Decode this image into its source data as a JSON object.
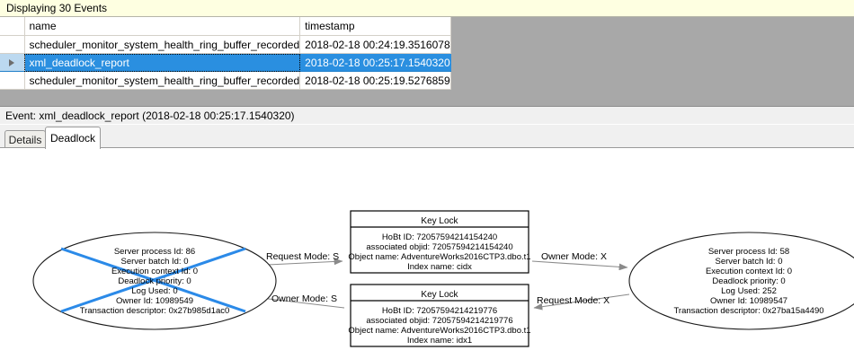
{
  "banner": {
    "text": "Displaying 30 Events"
  },
  "events_grid": {
    "columns": [
      "",
      "name",
      "timestamp"
    ],
    "rows": [
      {
        "indicator": "",
        "name": "scheduler_monitor_system_health_ring_buffer_recorded",
        "timestamp": "2018-02-18 00:24:19.3516078",
        "selected": false
      },
      {
        "indicator": "current-row-arrow",
        "name": "xml_deadlock_report",
        "timestamp": "2018-02-18 00:25:17.1540320",
        "selected": true
      },
      {
        "indicator": "",
        "name": "scheduler_monitor_system_health_ring_buffer_recorded",
        "timestamp": "2018-02-18 00:25:19.5276859",
        "selected": false
      }
    ]
  },
  "event_header": {
    "text": "Event: xml_deadlock_report (2018-02-18 00:25:17.1540320)"
  },
  "tabs": [
    {
      "label": "Details",
      "active": false
    },
    {
      "label": "Deadlock",
      "active": true
    }
  ],
  "colors": {
    "selection_blue": "#2a8fe0",
    "banner_yellow": "#feffe1",
    "victim_cross_blue": "#2b8ae8",
    "edge_gray": "#8a8a8a",
    "grid_backdrop_gray": "#a8a8a8"
  },
  "deadlock_graph": {
    "processes": [
      {
        "id": "process-left",
        "victim": true,
        "lines": [
          "Server process Id: 86",
          "Server batch Id: 0",
          "Execution context Id: 0",
          "Deadlock priority: 0",
          "Log Used: 0",
          "Owner Id: 10989549",
          "Transaction descriptor: 0x27b985d1ac0"
        ]
      },
      {
        "id": "process-right",
        "victim": false,
        "lines": [
          "Server process Id: 58",
          "Server batch Id: 0",
          "Execution context Id: 0",
          "Deadlock priority: 0",
          "Log Used: 252",
          "Owner Id: 10989547",
          "Transaction descriptor: 0x27ba15a4490"
        ]
      }
    ],
    "resources": [
      {
        "id": "keylock-top",
        "title": "Key Lock",
        "lines": [
          "HoBt ID: 72057594214154240",
          "associated objid: 72057594214154240",
          "Object name: AdventureWorks2016CTP3.dbo.t1",
          "Index name: cidx"
        ]
      },
      {
        "id": "keylock-bottom",
        "title": "Key Lock",
        "lines": [
          "HoBt ID: 72057594214219776",
          "associated objid: 72057594214219776",
          "Object name: AdventureWorks2016CTP3.dbo.t1",
          "Index name: idx1"
        ]
      }
    ],
    "edges": [
      {
        "id": "edge-left-request",
        "label": "Request Mode: S",
        "from": "process-left",
        "to": "keylock-top",
        "direction": "right"
      },
      {
        "id": "edge-right-owner",
        "label": "Owner Mode: X",
        "from": "keylock-top",
        "to": "process-right",
        "direction": "right"
      },
      {
        "id": "edge-left-owner",
        "label": "Owner Mode: S",
        "from": "keylock-bottom",
        "to": "process-left",
        "direction": "left"
      },
      {
        "id": "edge-right-request",
        "label": "Request Mode: X",
        "from": "process-right",
        "to": "keylock-bottom",
        "direction": "left"
      }
    ]
  }
}
